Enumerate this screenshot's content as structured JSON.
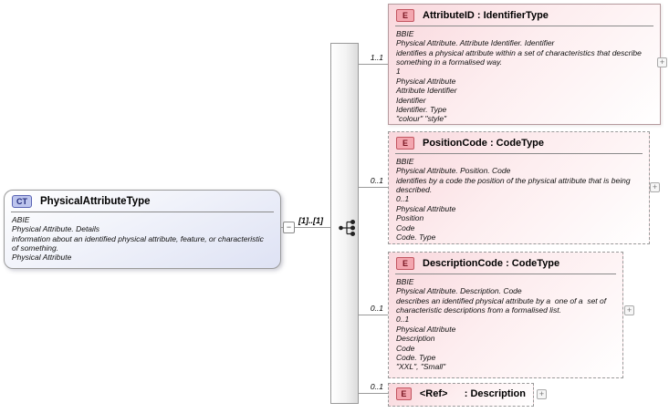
{
  "diagram": {
    "root": {
      "badge": "CT",
      "title": "PhysicalAttributeType",
      "annotation": "ABIE\nPhysical Attribute. Details\ninformation about an identified physical attribute, feature, or characteristic\nof something.\nPhysical Attribute"
    },
    "connector": {
      "cardinality_label": "[1]..[1]",
      "compositor": "sequence",
      "collapse_glyph": "−",
      "expand_glyph": "+"
    },
    "elements": [
      {
        "badge": "E",
        "title": "AttributeID : IdentifierType",
        "cardinality": "1..1",
        "annotation": "BBIE\nPhysical Attribute. Attribute Identifier. Identifier\nidentifies a physical attribute within a set of characteristics that describe\nsomething in a formalised way.\n1\nPhysical Attribute\nAttribute Identifier\nIdentifier\nIdentifier. Type\n\"colour\" \"style\""
      },
      {
        "badge": "E",
        "title": "PositionCode : CodeType",
        "cardinality": "0..1",
        "annotation": "BBIE\nPhysical Attribute. Position. Code\nidentifies by a code the position of the physical attribute that is being\ndescribed.\n0..1\nPhysical Attribute\nPosition\nCode\nCode. Type"
      },
      {
        "badge": "E",
        "title": "DescriptionCode : CodeType",
        "cardinality": "0..1",
        "annotation": "BBIE\nPhysical Attribute. Description. Code\ndescribes an identified physical attribute by a  one of a  set of\ncharacteristic descriptions from a formalised list.\n0..1\nPhysical Attribute\nDescription\nCode\nCode. Type\n\"XXL\", \"Small\""
      },
      {
        "badge": "E",
        "title": "<Ref>      : Description",
        "cardinality": "0..1",
        "annotation": ""
      }
    ],
    "colors": {
      "ct_badge_bg": "#bdc5ee",
      "ct_badge_border": "#5a64b4",
      "e_badge_bg": "#f3a6af",
      "e_badge_border": "#c25560",
      "ct_box_gradient_end": "#dee2f4",
      "e_box_gradient_start": "#f9d8dd",
      "connector_line": "#9a9a9a"
    }
  }
}
